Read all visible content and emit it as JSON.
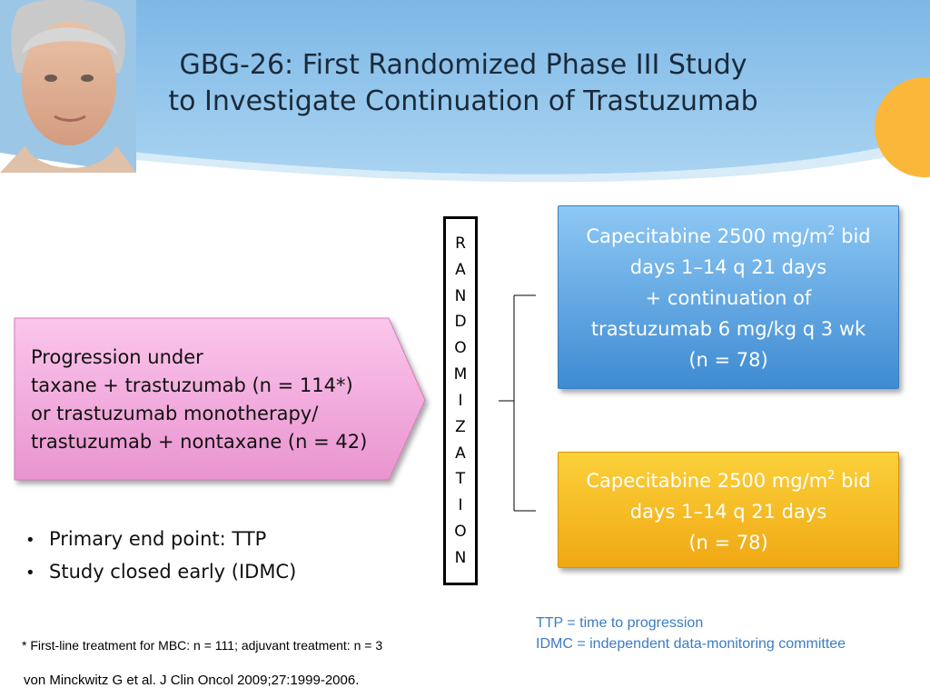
{
  "slide": {
    "title_line1": "GBG-26: First Randomized Phase III Study",
    "title_line2": "to Investigate Continuation of Trastuzumab"
  },
  "entry": {
    "lines": [
      "Progression under",
      "taxane + trastuzumab (n = 114*)",
      "or trastuzumab monotherapy/",
      "trastuzumab + nontaxane (n = 42)"
    ]
  },
  "randomization": {
    "letters": [
      "R",
      "A",
      "N",
      "D",
      "O",
      "M",
      "I",
      "Z",
      "A",
      "T",
      "I",
      "O",
      "N"
    ]
  },
  "arms": [
    {
      "line1_pre": "Capecitabine 2500 mg/m",
      "line1_sup": "2",
      "line1_post": " bid",
      "line2": "days 1–14 q 21 days",
      "line3": "+ continuation of",
      "line4": "trastuzumab 6 mg/kg q 3 wk",
      "line5": "(n = 78)"
    },
    {
      "line1_pre": "Capecitabine 2500 mg/m",
      "line1_sup": "2",
      "line1_post": " bid",
      "line2": "days 1–14 q 21 days",
      "line3": "(n = 78)"
    }
  ],
  "bullets": [
    "Primary end point: TTP",
    "Study closed early (IDMC)"
  ],
  "footnote": "* First-line treatment for MBC: n = 111; adjuvant treatment: n = 3",
  "citation": "von Minckwitz G et al. J Clin Oncol 2009;27:1999-2006.",
  "abbreviations": [
    "TTP = time to progression",
    "IDMC = independent data-monitoring committee"
  ],
  "colors": {
    "header_blue": "#8fc3ea",
    "arm1_blue": "#4b96d9",
    "arm2_yellow": "#f5b91f",
    "entry_pink": "#f3a6dc",
    "accent_orange": "#fbb73a",
    "abbrev_blue": "#3b7cc4"
  }
}
